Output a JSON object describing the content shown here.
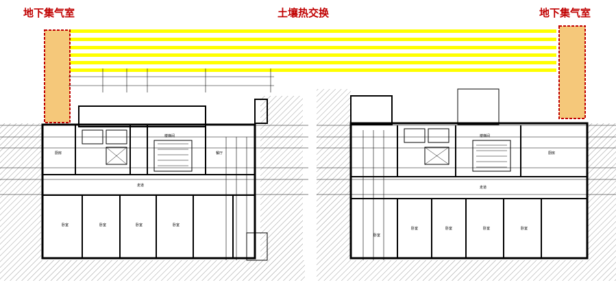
{
  "labels": {
    "left_room": "地下集气室",
    "center_title": "土壤热交换",
    "right_room": "地下集气室"
  },
  "colors": {
    "label_red": "#c00000",
    "pipe_yellow": "#ffff00",
    "room_fill": "#f5c87a",
    "room_border": "#c00000",
    "plan_line": "#000000",
    "hatch": "#888888"
  },
  "pipes": {
    "count": 6
  },
  "floor_plan_left": {
    "room_labels": [
      "厨房",
      "卧室",
      "卧室",
      "卧室",
      "卧室",
      "餐厅",
      "走道",
      "楼梯间"
    ]
  },
  "floor_plan_right": {
    "room_labels": [
      "卧室",
      "卧室",
      "卧室",
      "卧室",
      "卧室",
      "厨房",
      "走道",
      "楼梯间"
    ]
  }
}
